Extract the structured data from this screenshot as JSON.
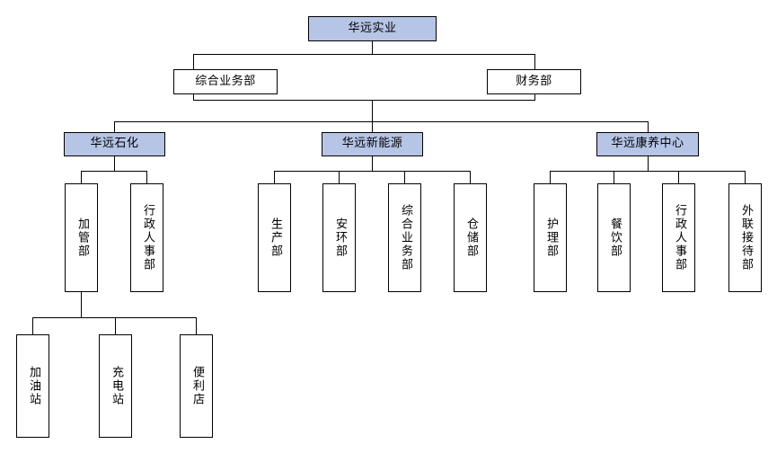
{
  "diagram": {
    "title_text": "华远实业",
    "colors": {
      "filled_node": "#b6c4e6",
      "plain_node": "#ffffff",
      "border": "#000000",
      "connector": "#000000",
      "background": "#ffffff"
    },
    "levels": {
      "level0_label": "华远实业",
      "level1": [
        "综合业务部",
        "财务部"
      ],
      "level2": [
        "华远石化",
        "华远新能源",
        "华远康养中心"
      ]
    },
    "nodes": {
      "root": {
        "label": "华远实业",
        "fill": "filled",
        "orientation": "horizontal"
      },
      "general_business": {
        "label": "综合业务部",
        "fill": "plain",
        "orientation": "horizontal"
      },
      "finance": {
        "label": "财务部",
        "fill": "plain",
        "orientation": "horizontal"
      },
      "petrochem": {
        "label": "华远石化",
        "fill": "filled",
        "orientation": "horizontal"
      },
      "new_energy": {
        "label": "华远新能源",
        "fill": "filled",
        "orientation": "horizontal"
      },
      "health_center": {
        "label": "华远康养中心",
        "fill": "filled",
        "orientation": "horizontal"
      },
      "petrochem_children": [
        {
          "label": "加管部",
          "fill": "plain",
          "orientation": "vertical"
        },
        {
          "label": "行政人事部",
          "fill": "plain",
          "orientation": "vertical"
        }
      ],
      "new_energy_children": [
        {
          "label": "生产部",
          "fill": "plain",
          "orientation": "vertical"
        },
        {
          "label": "安环部",
          "fill": "plain",
          "orientation": "vertical"
        },
        {
          "label": "综合业务部",
          "fill": "plain",
          "orientation": "vertical"
        },
        {
          "label": "仓储部",
          "fill": "plain",
          "orientation": "vertical"
        }
      ],
      "health_center_children": [
        {
          "label": "护理部",
          "fill": "plain",
          "orientation": "vertical"
        },
        {
          "label": "餐饮部",
          "fill": "plain",
          "orientation": "vertical"
        },
        {
          "label": "行政人事部",
          "fill": "plain",
          "orientation": "vertical"
        },
        {
          "label": "外联接待部",
          "fill": "plain",
          "orientation": "vertical"
        }
      ],
      "gas_management_children": [
        {
          "label": "加油站",
          "fill": "plain",
          "orientation": "vertical"
        },
        {
          "label": "充电站",
          "fill": "plain",
          "orientation": "vertical"
        },
        {
          "label": "便利店",
          "fill": "plain",
          "orientation": "vertical"
        }
      ]
    }
  }
}
